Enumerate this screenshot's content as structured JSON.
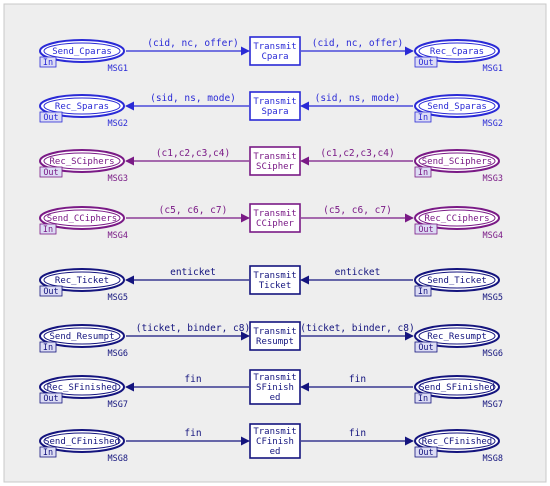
{
  "colors": {
    "background": "#eeeeee",
    "frame": "#c8c8c8",
    "tag_fill": "#dcdcf4",
    "blue": "#2a2ad6",
    "purple": "#7a1a86",
    "navy": "#14147e"
  },
  "rows": [
    {
      "color": "blue",
      "direction": "right",
      "left_place": "Send_Cparas",
      "left_tag": "In",
      "transition": [
        "Transmit",
        "Cpara"
      ],
      "right_place": "Rec_Cparas",
      "right_tag": "Out",
      "left_arc": "(cid, nc, offer)",
      "right_arc": "(cid, nc, offer)",
      "left_msg": "MSG1",
      "right_msg": "MSG1"
    },
    {
      "color": "blue",
      "direction": "left",
      "left_place": "Rec_Sparas",
      "left_tag": "Out",
      "transition": [
        "Transmit",
        "Spara"
      ],
      "right_place": "Send_Sparas",
      "right_tag": "In",
      "left_arc": "(sid, ns, mode)",
      "right_arc": "(sid, ns, mode)",
      "left_msg": "MSG2",
      "right_msg": "MSG2"
    },
    {
      "color": "purple",
      "direction": "left",
      "left_place": "Rec_SCiphers",
      "left_tag": "Out",
      "transition": [
        "Transmit",
        "SCipher"
      ],
      "right_place": "Send_SCiphers",
      "right_tag": "In",
      "left_arc": "(c1,c2,c3,c4)",
      "right_arc": "(c1,c2,c3,c4)",
      "left_msg": "MSG3",
      "right_msg": "MSG3"
    },
    {
      "color": "purple",
      "direction": "right",
      "left_place": "Send_CCiphers",
      "left_tag": "In",
      "transition": [
        "Transmit",
        "CCipher"
      ],
      "right_place": "Rec_CCiphers",
      "right_tag": "Out",
      "left_arc": "(c5, c6, c7)",
      "right_arc": "(c5, c6, c7)",
      "left_msg": "MSG4",
      "right_msg": "MSG4"
    },
    {
      "color": "navy",
      "direction": "left",
      "left_place": "Rec_Ticket",
      "left_tag": "Out",
      "transition": [
        "Transmit",
        "Ticket"
      ],
      "right_place": "Send_Ticket",
      "right_tag": "In",
      "left_arc": "enticket",
      "right_arc": "enticket",
      "left_msg": "MSG5",
      "right_msg": "MSG5"
    },
    {
      "color": "navy",
      "direction": "right",
      "left_place": "Send_Resumpt",
      "left_tag": "In",
      "transition": [
        "Transmit",
        "Resumpt"
      ],
      "right_place": "Rec_Resumpt",
      "right_tag": "Out",
      "left_arc": "(ticket, binder, c8)",
      "right_arc": "(ticket, binder, c8)",
      "left_msg": "MSG6",
      "right_msg": "MSG6"
    },
    {
      "color": "navy",
      "direction": "left",
      "left_place": "Rec_SFinished",
      "left_tag": "Out",
      "transition": [
        "Transmit",
        "SFinish",
        "ed"
      ],
      "right_place": "Send_SFinished",
      "right_tag": "In",
      "left_arc": "fin",
      "right_arc": "fin",
      "left_msg": "MSG7",
      "right_msg": "MSG7"
    },
    {
      "color": "navy",
      "direction": "right",
      "left_place": "Send_CFinished",
      "left_tag": "In",
      "transition": [
        "Transmit",
        "CFinish",
        "ed"
      ],
      "right_place": "Rec_CFinished",
      "right_tag": "Out",
      "left_arc": "fin",
      "right_arc": "fin",
      "left_msg": "MSG8",
      "right_msg": "MSG8"
    }
  ]
}
